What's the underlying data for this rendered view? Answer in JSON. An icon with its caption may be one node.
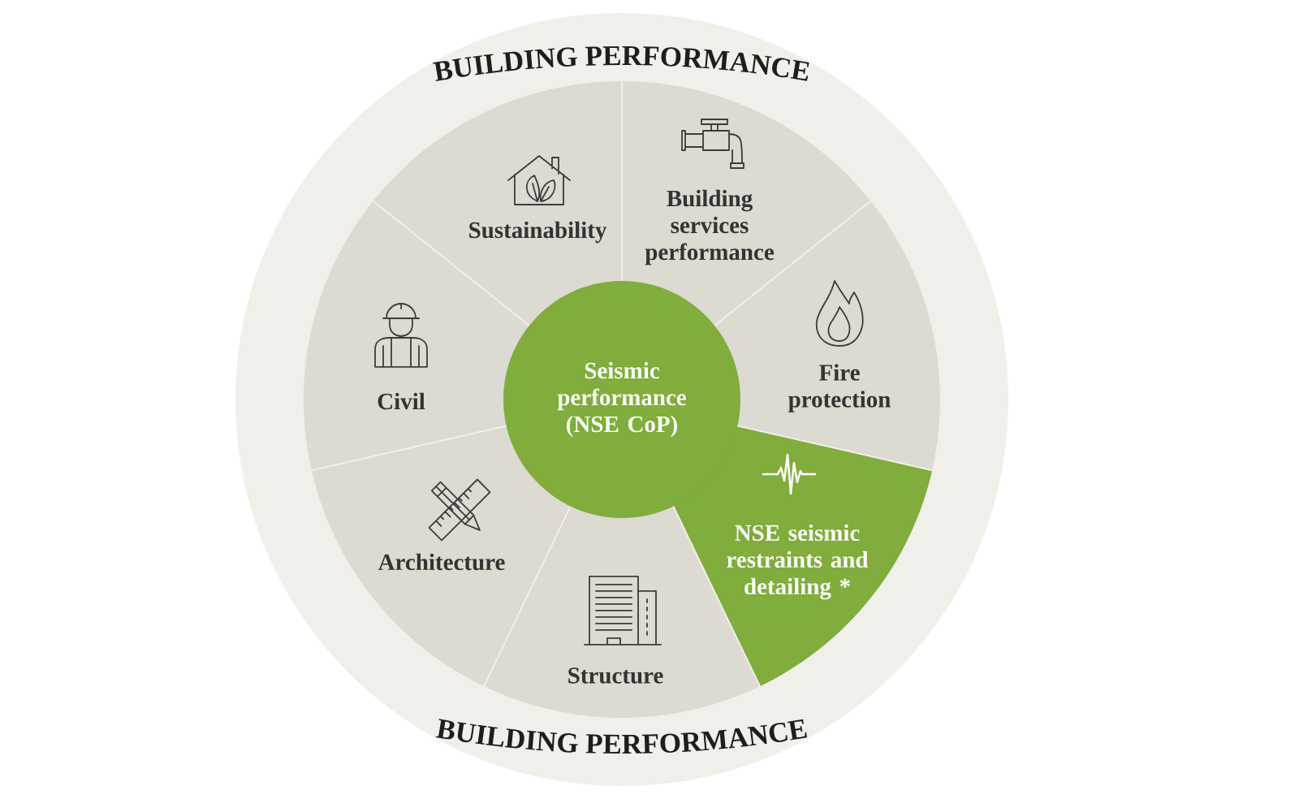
{
  "diagram": {
    "nodes": [
      {
        "text": [
          "BUILDING PERFORMANCE",
          "BUILDING PERFORMANCE"
        ]
      },
      {
        "text": [
          "Sustainability"
        ],
        "in": 0
      },
      {
        "text": [
          "Building services performance"
        ],
        "in": 0
      },
      {
        "text": [
          "Civil"
        ],
        "in": 0
      },
      {
        "text": [
          "Seismic performance (NSE CoP)"
        ],
        "in": 0
      },
      {
        "text": [
          "Fire protection"
        ],
        "in": 0
      },
      {
        "text": [
          "Architecture"
        ],
        "in": 0
      },
      {
        "text": [
          "NSE seismic restraints and detailing *"
        ],
        "in": 0
      },
      {
        "text": [
          "Structure"
        ],
        "in": 0
      }
    ]
  }
}
